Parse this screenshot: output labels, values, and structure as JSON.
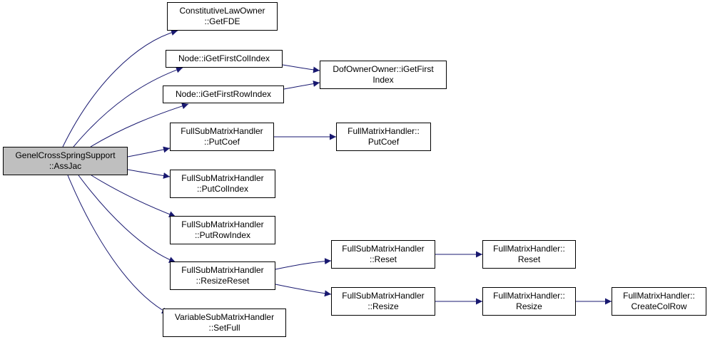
{
  "diagram": {
    "type": "call-graph",
    "colors": {
      "edge": "#191970",
      "root_fill": "#bfbfbf",
      "node_fill": "#ffffff",
      "border": "#000000"
    },
    "nodes": [
      {
        "id": "root",
        "lines": [
          "GenelCrossSpringSupport",
          "::AssJac"
        ],
        "root": true
      },
      {
        "id": "getfde",
        "lines": [
          "ConstitutiveLawOwner",
          "::GetFDE"
        ]
      },
      {
        "id": "firstcol",
        "lines": [
          "Node::iGetFirstColIndex"
        ]
      },
      {
        "id": "firstrow",
        "lines": [
          "Node::iGetFirstRowIndex"
        ]
      },
      {
        "id": "dofowner",
        "lines": [
          "DofOwnerOwner::iGetFirst",
          "Index"
        ]
      },
      {
        "id": "putcoef",
        "lines": [
          "FullSubMatrixHandler",
          "::PutCoef"
        ]
      },
      {
        "id": "fm_putcoef",
        "lines": [
          "FullMatrixHandler::",
          "PutCoef"
        ]
      },
      {
        "id": "putcolindex",
        "lines": [
          "FullSubMatrixHandler",
          "::PutColIndex"
        ]
      },
      {
        "id": "putrowindex",
        "lines": [
          "FullSubMatrixHandler",
          "::PutRowIndex"
        ]
      },
      {
        "id": "resizereset",
        "lines": [
          "FullSubMatrixHandler",
          "::ResizeReset"
        ]
      },
      {
        "id": "reset",
        "lines": [
          "FullSubMatrixHandler",
          "::Reset"
        ]
      },
      {
        "id": "fm_reset",
        "lines": [
          "FullMatrixHandler::",
          "Reset"
        ]
      },
      {
        "id": "resize",
        "lines": [
          "FullSubMatrixHandler",
          "::Resize"
        ]
      },
      {
        "id": "fm_resize",
        "lines": [
          "FullMatrixHandler::",
          "Resize"
        ]
      },
      {
        "id": "createcolrow",
        "lines": [
          "FullMatrixHandler::",
          "CreateColRow"
        ]
      },
      {
        "id": "setfull",
        "lines": [
          "VariableSubMatrixHandler",
          "::SetFull"
        ]
      }
    ],
    "edges": [
      [
        "root",
        "getfde"
      ],
      [
        "root",
        "firstcol"
      ],
      [
        "root",
        "firstrow"
      ],
      [
        "root",
        "putcoef"
      ],
      [
        "root",
        "putcolindex"
      ],
      [
        "root",
        "putrowindex"
      ],
      [
        "root",
        "resizereset"
      ],
      [
        "root",
        "setfull"
      ],
      [
        "firstcol",
        "dofowner"
      ],
      [
        "firstrow",
        "dofowner"
      ],
      [
        "putcoef",
        "fm_putcoef"
      ],
      [
        "resizereset",
        "reset"
      ],
      [
        "resizereset",
        "resize"
      ],
      [
        "reset",
        "fm_reset"
      ],
      [
        "resize",
        "fm_resize"
      ],
      [
        "fm_resize",
        "createcolrow"
      ]
    ]
  }
}
